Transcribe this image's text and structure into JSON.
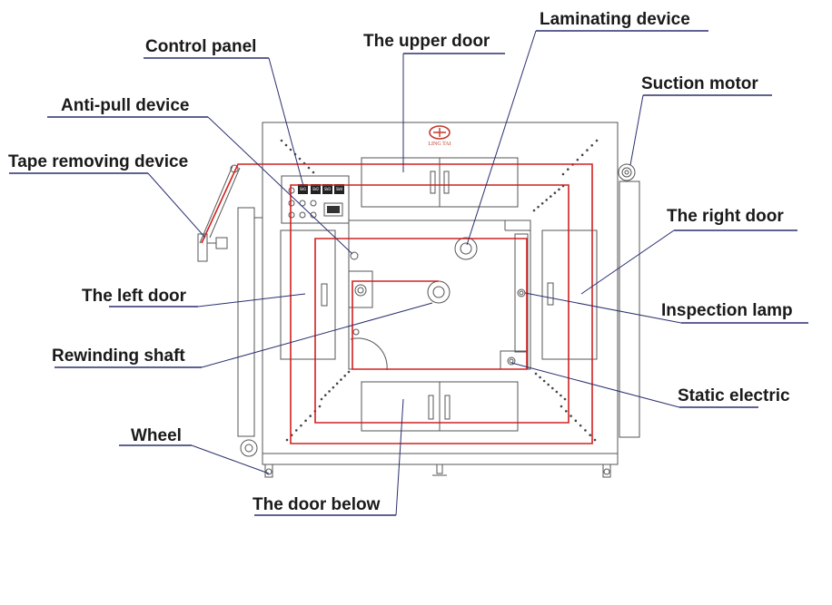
{
  "logo": {
    "text": "LING TAI",
    "color": "#c0392b"
  },
  "panel_buttons": [
    "SW1",
    "SW2",
    "SW3",
    "SW4"
  ],
  "labels": {
    "laminating_device": "Laminating device",
    "control_panel": "Control panel",
    "upper_door": "The upper door",
    "suction_motor": "Suction motor",
    "anti_pull_device": "Anti-pull device",
    "tape_removing_device": "Tape removing device",
    "right_door": "The right door",
    "left_door": "The left door",
    "inspection_lamp": "Inspection lamp",
    "rewinding_shaft": "Rewinding shaft",
    "static_electric": "Static electric",
    "wheel": "Wheel",
    "door_below": "The door below"
  },
  "colors": {
    "outline": "#555555",
    "leader": "#2a2f6e",
    "highlight": "#d22020"
  }
}
